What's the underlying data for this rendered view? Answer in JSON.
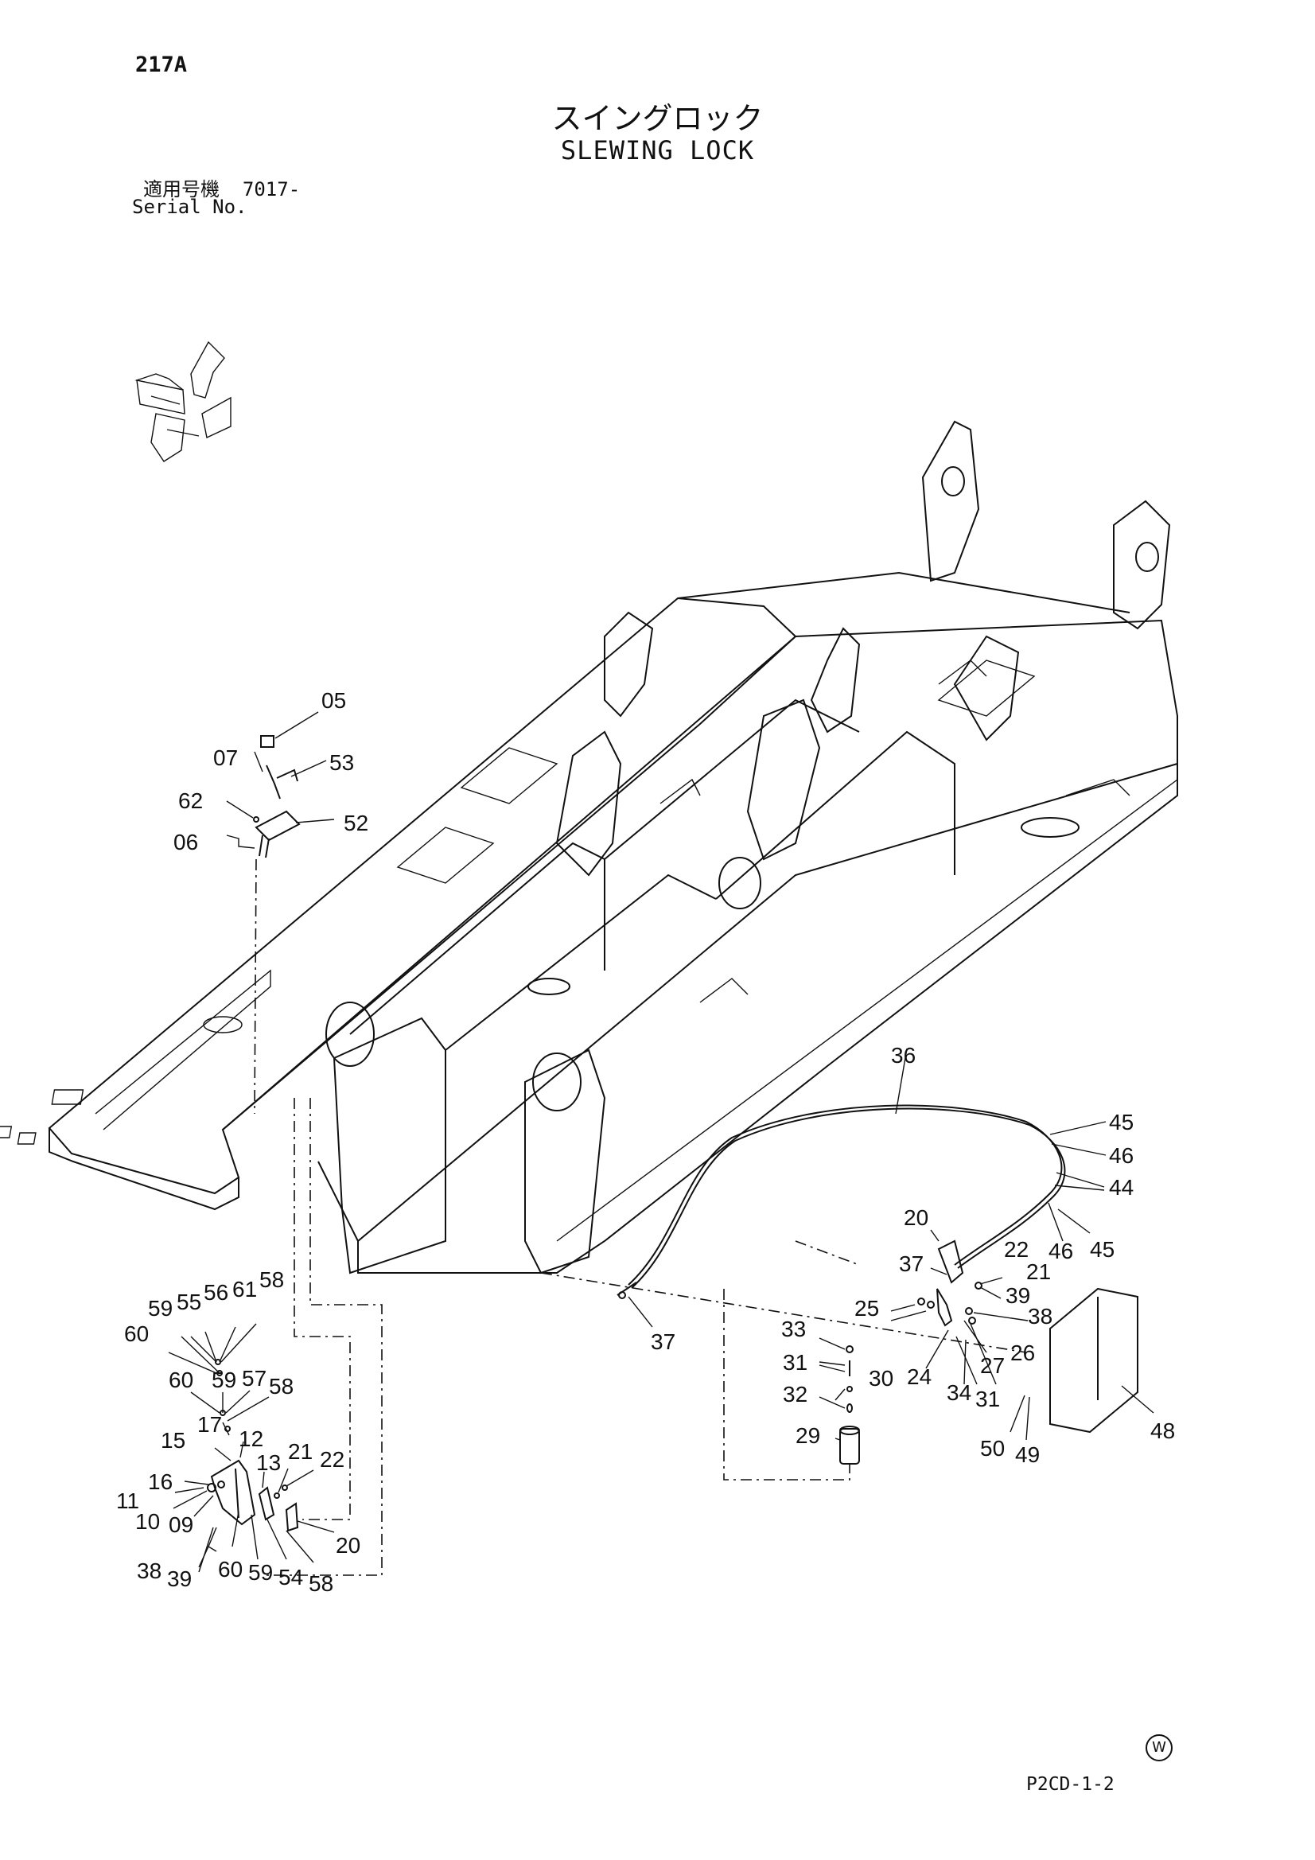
{
  "page_number": "217A",
  "title_jp": "スイングロック",
  "title_en": "SLEWING LOCK",
  "serial_label_jp": "適用号機",
  "serial_value": "7017-",
  "serial_label_en": "Serial No.",
  "doc_code": "P2CD-1-2",
  "corner_mark": "W",
  "callouts": {
    "c05": "05",
    "c07": "07",
    "c53": "53",
    "c62": "62",
    "c52": "52",
    "c06": "06",
    "c36": "36",
    "c45a": "45",
    "c46a": "46",
    "c44": "44",
    "c45b": "45",
    "c46b": "46",
    "c20a": "20",
    "c37a": "37",
    "c22a": "22",
    "c21a": "21",
    "c25": "25",
    "c39a": "39",
    "c38a": "38",
    "c33": "33",
    "c26": "26",
    "c31a": "31",
    "c30": "30",
    "c24": "24",
    "c27": "27",
    "c34": "34",
    "c31b": "31",
    "c32": "32",
    "c29": "29",
    "c50": "50",
    "c49": "49",
    "c48": "48",
    "c37b": "37",
    "c56": "56",
    "c61": "61",
    "c58a": "58",
    "c59a": "59",
    "c55": "55",
    "c60a": "60",
    "c60b": "60",
    "c59b": "59",
    "c57": "57",
    "c58b": "58",
    "c17": "17",
    "c15": "15",
    "c12": "12",
    "c13": "13",
    "c21b": "21",
    "c22b": "22",
    "c16": "16",
    "c11": "11",
    "c10": "10",
    "c09": "09",
    "c38b": "38",
    "c39b": "39",
    "c60c": "60",
    "c59c": "59",
    "c54": "54",
    "c58c": "58",
    "c20b": "20"
  }
}
